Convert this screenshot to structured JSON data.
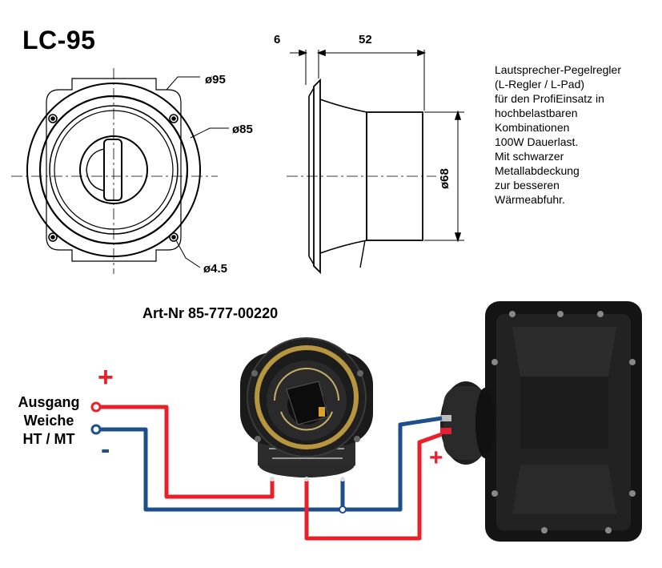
{
  "model": "LC-95",
  "article_number": "Art-Nr 85-777-00220",
  "description_lines": [
    "Lautsprecher-Pegelregler",
    "(L-Regler / L-Pad)",
    "für den ProfiEinsatz in",
    "hochbelastbaren",
    "Kombinationen",
    "100W Dauerlast.",
    "Mit schwarzer",
    "Metallabdeckung",
    "zur besseren",
    "Wärmeabfuhr."
  ],
  "dimensions": {
    "outer_diameter": "ø95",
    "mount_diameter": "ø85",
    "hole_diameter": "ø4.5",
    "flange_thickness": "6",
    "body_depth": "52",
    "body_diameter": "ø68"
  },
  "output_label_lines": [
    "Ausgang",
    "Weiche",
    "HT / MT"
  ],
  "polarity": {
    "plus": "+",
    "minus": "-"
  },
  "colors": {
    "positive_wire": "#e8202a",
    "negative_wire": "#1c4f8c",
    "dimension_line": "#000000",
    "device_body": "#1a1a1a",
    "brass_ring": "#b8953f"
  }
}
